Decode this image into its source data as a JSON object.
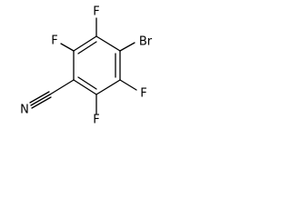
{
  "molecule": {
    "atom_labels": {
      "fluorine_top": "F",
      "bromine": "Br",
      "fluorine_upper_left": "F",
      "fluorine_right": "F",
      "nitrogen": "N",
      "fluorine_bottom": "F"
    },
    "colors": {
      "line": "#000000",
      "background": "#ffffff"
    }
  }
}
